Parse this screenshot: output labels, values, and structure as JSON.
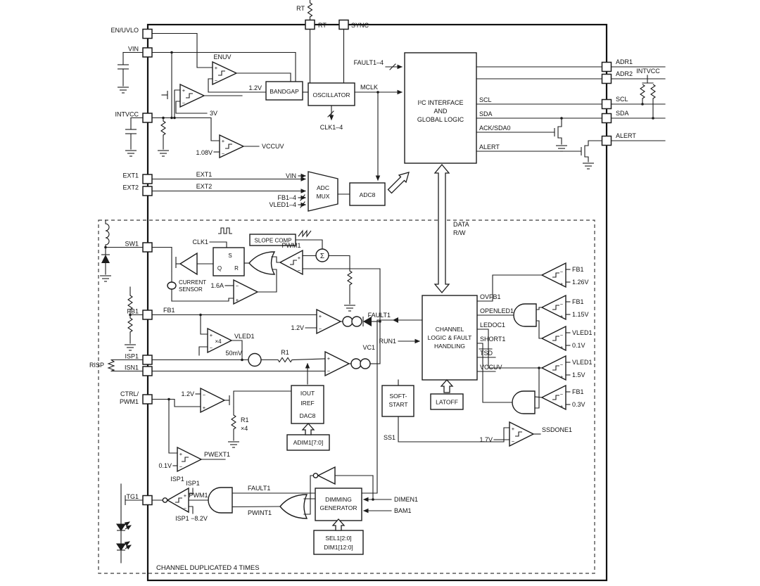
{
  "labels": {
    "plus": "+",
    "minus": "−",
    "rt": "RT",
    "sync": "SYNC",
    "en_uvlo": "EN/UVLO",
    "vin": "VIN",
    "intvcc": "INTVCC",
    "ext1": "EXT1",
    "ext2": "EXT2",
    "sw1": "SW1",
    "fb1": "FB1",
    "isp1": "ISP1",
    "isn1": "ISN1",
    "ctrl": "CTRL/",
    "pwm1": "PWM1",
    "tg1": "TG1",
    "risp": "RISP",
    "adr1": "ADR1",
    "adr2": "ADR2",
    "scl": "SCL",
    "sda": "SDA",
    "alert": "ALERT",
    "ack_sda0": "ACK/SDA0",
    "enuv": "ENUV",
    "v1_2": "1.2V",
    "v3": "3V",
    "v1_08": "1.08V",
    "vccuv": "VCCUV",
    "bandgap": "BANDGAP",
    "oscillator": "OSCILLATOR",
    "mclk": "MCLK",
    "clk1_4": "CLK1–4",
    "fault1_4": "FAULT1–4",
    "i2c_l1": "I²C INTERFACE",
    "i2c_l2": "AND",
    "i2c_l3": "GLOBAL LOGIC",
    "adc": "ADC",
    "mux": "MUX",
    "adc8": "ADC8",
    "fb1_4": "FB1–4",
    "vled1_4": "VLED1–4",
    "data": "DATA",
    "rw": "R/W",
    "clk1": "CLK1",
    "slope_comp": "SLOPE COMP",
    "sigma": "Σ",
    "s": "S",
    "r": "R",
    "q": "Q",
    "current": "CURRENT",
    "sensor": "SENSOR",
    "a1_6": "1.6A",
    "vled1": "VLED1",
    "x4": "×4",
    "mv50": "50mV",
    "r1": "R1",
    "vc1": "VC1",
    "ch_l1": "CHANNEL",
    "ch_l2": "LOGIC & FAULT",
    "ch_l3": "HANDLING",
    "fault1": "FAULT1",
    "run1": "RUN1",
    "ovfb1": "OVFB1",
    "openled1": "OPENLED1",
    "ledoc1": "LEDOC1",
    "short1": "SHORT1",
    "tsd": "TSD",
    "iout": "IOUT",
    "iref": "IREF",
    "dac8": "DAC8",
    "adim": "ADIM1[7:0]",
    "soft": "SOFT-",
    "start": "START",
    "latoff": "LATOFF",
    "ss1": "SS1",
    "v1_26": "1.26V",
    "v1_15": "1.15V",
    "v0_1": "0.1V",
    "v1_5": "1.5V",
    "v0_3": "0.3V",
    "v1_7": "1.7V",
    "ssdone1": "SSDONE1",
    "pwext1": "PWEXT1",
    "isp1_m82": "ISP1 −8.2V",
    "pwint1": "PWINT1",
    "dimming": "DIMMING",
    "generator": "GENERATOR",
    "dimen1": "DIMEN1",
    "bam1": "BAM1",
    "sel1": "SEL1[2:0]",
    "dim1": "DIM1[12:0]",
    "footer": "CHANNEL DUPLICATED 4 TIMES"
  }
}
